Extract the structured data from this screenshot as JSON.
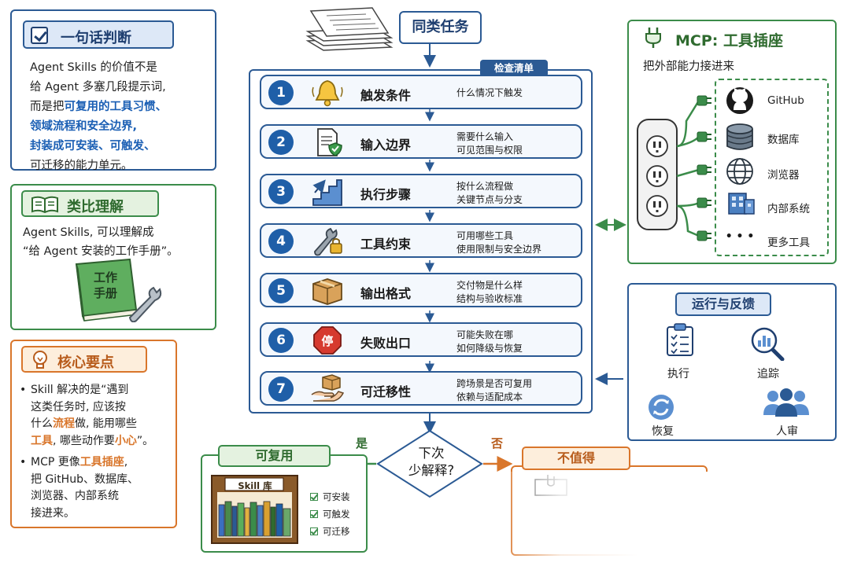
{
  "judge": {
    "title": "一句话判断",
    "lines": [
      {
        "text": "Agent Skills 的价值不是",
        "hl": false
      },
      {
        "text": "给 Agent 多塞几段提示词,",
        "hl": false
      },
      {
        "text": "而是把可复用的工具习惯、",
        "hl": false
      },
      {
        "text": "领域流程和安全边界,",
        "hl": false
      },
      {
        "text": "封装成可安装、可触发、",
        "hl": false
      },
      {
        "text": "可迁移的能力单元。",
        "hl": false
      }
    ],
    "line1": "Agent Skills 的价值不是",
    "line2": "给 Agent 多塞几段提示词,",
    "line3a": "而是把",
    "line3b": "可复用的工具习惯、",
    "line4": "领域流程和安全边界,",
    "line5": "封装成可安装、可触发、",
    "line6": "可迁移的能力单元。"
  },
  "analogy": {
    "title": "类比理解",
    "line1": "Agent Skills, 可以理解成",
    "line2": "“给 Agent 安装的工作手册”。",
    "book_text1": "工作",
    "book_text2": "手册"
  },
  "keypoints": {
    "title": "核心要点",
    "b1_l1": "Skill 解决的是“遇到",
    "b1_l2": "这类任务时, 应该按",
    "b1_l3a": "什么",
    "b1_l3b": "流程",
    "b1_l3c": "做, 能用哪些",
    "b1_l4a": "工具",
    "b1_l4b": ", 哪些动作要",
    "b1_l4c": "小心",
    "b1_l4d": "”。",
    "b2_l1a": "MCP 更像",
    "b2_l1b": "工具插座",
    "b2_l1c": ",",
    "b2_l2": "把 GitHub、数据库、",
    "b2_l3": "浏览器、内部系统",
    "b2_l4": "接进来。"
  },
  "center": {
    "top_task": "同类任务",
    "checklist_label": "检查清单",
    "rows": [
      {
        "num": "1",
        "title": "触发条件",
        "desc1": "什么情况下触发",
        "desc2": "",
        "icon": "bell-icon"
      },
      {
        "num": "2",
        "title": "输入边界",
        "desc1": "需要什么输入",
        "desc2": "可见范围与权限",
        "icon": "document-shield-icon"
      },
      {
        "num": "3",
        "title": "执行步骤",
        "desc1": "按什么流程做",
        "desc2": "关键节点与分支",
        "icon": "stairs-icon"
      },
      {
        "num": "4",
        "title": "工具约束",
        "desc1": "可用哪些工具",
        "desc2": "使用限制与安全边界",
        "icon": "wrench-lock-icon"
      },
      {
        "num": "5",
        "title": "输出格式",
        "desc1": "交付物是什么样",
        "desc2": "结构与验收标准",
        "icon": "box-icon"
      },
      {
        "num": "6",
        "title": "失败出口",
        "desc1": "可能失败在哪",
        "desc2": "如何降级与恢复",
        "icon": "stop-sign-icon"
      },
      {
        "num": "7",
        "title": "可迁移性",
        "desc1": "跨场景是否可复用",
        "desc2": "依赖与适配成本",
        "icon": "hand-box-icon"
      }
    ],
    "stop_text": "停"
  },
  "mcp": {
    "title": "MCP: 工具插座",
    "subtitle": "把外部能力接进来",
    "tools": [
      "GitHub",
      "数据库",
      "浏览器",
      "内部系统",
      "更多工具"
    ],
    "more_dots": "• • •"
  },
  "run": {
    "title": "运行与反馈",
    "exec": "执行",
    "trace": "追踪",
    "review": "人审",
    "recover": "恢复"
  },
  "decision": {
    "line1": "下次",
    "line2": "少解释?",
    "yes": "是",
    "no": "否"
  },
  "reuse": {
    "title": "可复用",
    "lib": "Skill 库",
    "checks": [
      "可安装",
      "可触发",
      "可迁移"
    ]
  },
  "notworth": {
    "title": "不值得"
  },
  "colors": {
    "blue": "#2b5a94",
    "green": "#3b8c4a",
    "orange": "#d9762b",
    "highlight_blue": "#1b5fb4"
  }
}
